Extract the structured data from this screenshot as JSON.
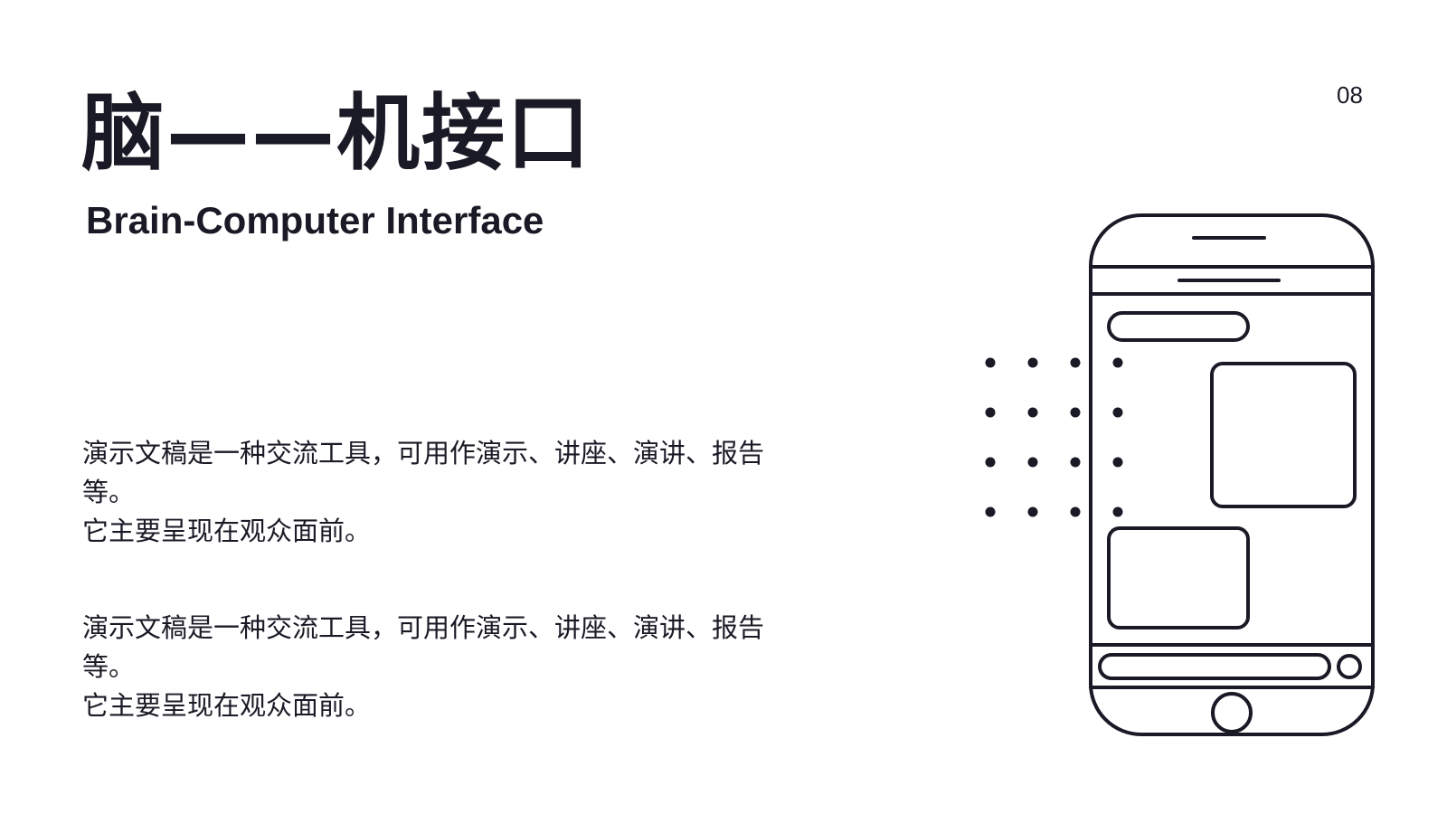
{
  "slide": {
    "page_number": "08",
    "title": "脑——机接口",
    "subtitle": "Brain-Computer Interface",
    "paragraphs": [
      {
        "line1": "演示文稿是一种交流工具，可用作演示、讲座、演讲、报告等。",
        "line2": "它主要呈现在观众面前。"
      },
      {
        "line1": "演示文稿是一种交流工具，可用作演示、讲座、演讲、报告等。",
        "line2": "它主要呈现在观众面前。"
      }
    ]
  },
  "illustration": {
    "icon": "smartphone-chat-icon",
    "decoration": "dot-grid",
    "stroke_color": "#1a1a26",
    "dot_rows": 4,
    "dot_columns": 4
  },
  "colors": {
    "text": "#1a1a26",
    "background": "#ffffff"
  }
}
